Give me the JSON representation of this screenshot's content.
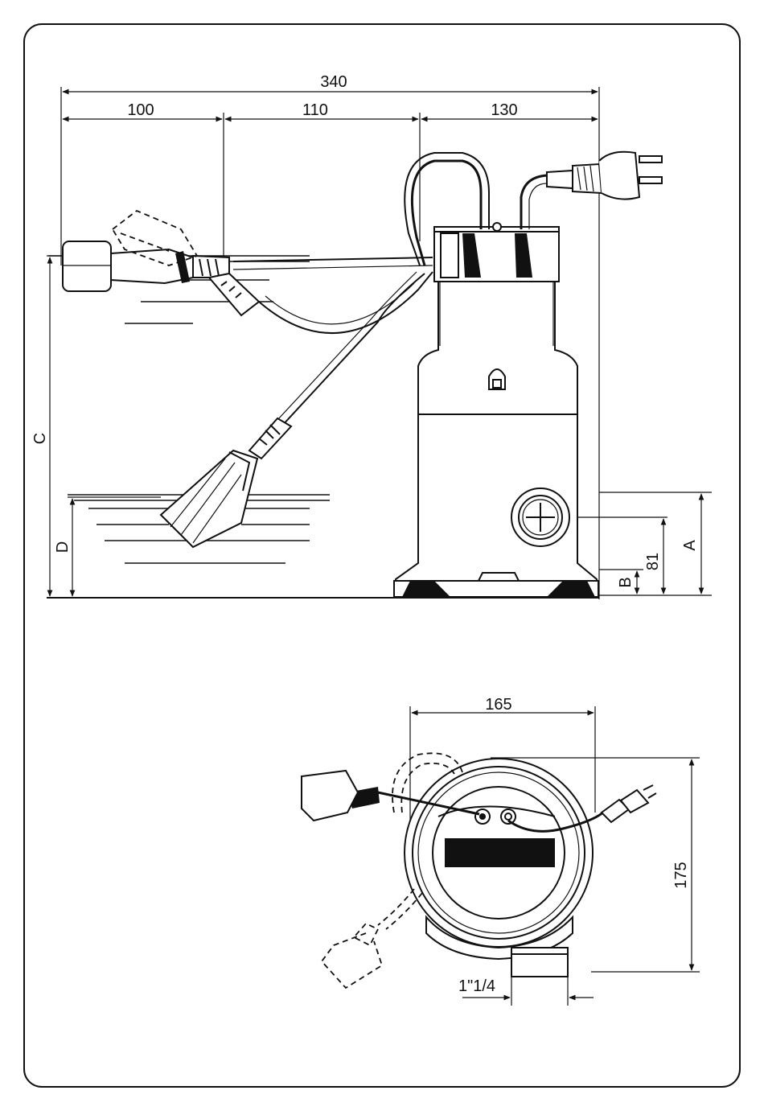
{
  "side_view": {
    "dims": {
      "overall_width": "340",
      "float_reach": "100",
      "cable_span": "110",
      "pump_depth": "130",
      "height_c": "C",
      "level_d": "D",
      "height_a": "A",
      "outlet_height": "81",
      "base_b": "B"
    }
  },
  "top_view": {
    "dims": {
      "diameter": "165",
      "depth": "175",
      "outlet_thread": "1\"1/4"
    }
  },
  "colors": {
    "ink": "#111111",
    "paper": "#ffffff"
  }
}
